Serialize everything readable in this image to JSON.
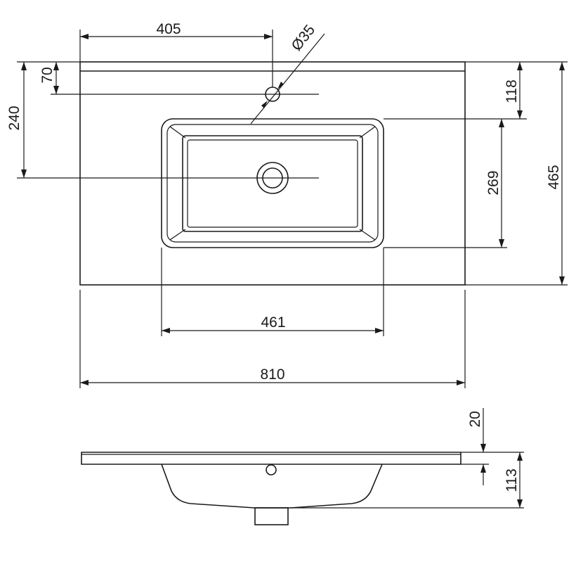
{
  "drawing": {
    "dimensions": {
      "d405": "405",
      "d35": "Ø35",
      "d70": "70",
      "d240": "240",
      "d118": "118",
      "d269": "269",
      "d465": "465",
      "d461": "461",
      "d810": "810",
      "d20": "20",
      "d113": "113"
    }
  }
}
